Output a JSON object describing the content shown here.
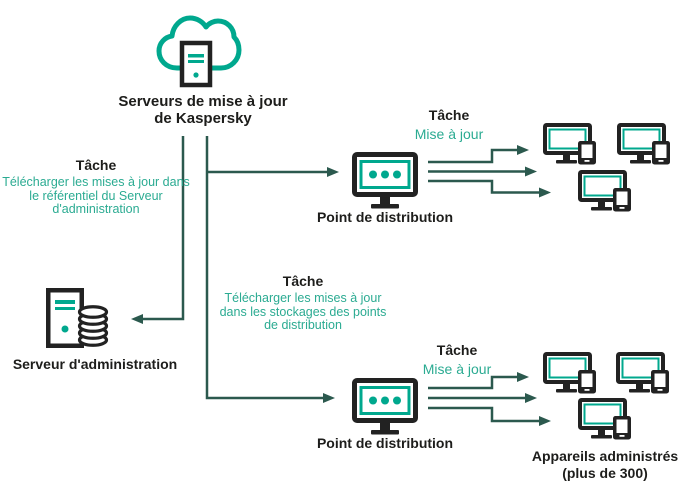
{
  "colors": {
    "accent_teal": "#00a88e",
    "teal_text": "#2bab92",
    "connector_green": "#2b594e",
    "icon_dark": "#222222",
    "label_black": "#1d1d1b",
    "background": "#ffffff"
  },
  "update_servers": {
    "line1": "Serveurs de mise à jour",
    "line2": "de Kaspersky"
  },
  "admin_server": {
    "label": "Serveur d'administration"
  },
  "distribution_point_top": {
    "label": "Point de distribution"
  },
  "distribution_point_bottom": {
    "label": "Point de distribution"
  },
  "managed_devices": {
    "line1": "Appareils administrés",
    "line2": "(plus de 300)"
  },
  "task_download_admin": {
    "title": "Tâche",
    "line1": "Télécharger les mises à jour dans",
    "line2": "le référentiel du Serveur",
    "line3": "d'administration"
  },
  "task_download_dp": {
    "title": "Tâche",
    "line1": "Télécharger les mises à jour",
    "line2": "dans les stockages des points",
    "line3": "de distribution"
  },
  "task_update_top": {
    "title": "Tâche",
    "subtitle": "Mise à jour"
  },
  "task_update_bottom": {
    "title": "Tâche",
    "subtitle": "Mise à jour"
  }
}
